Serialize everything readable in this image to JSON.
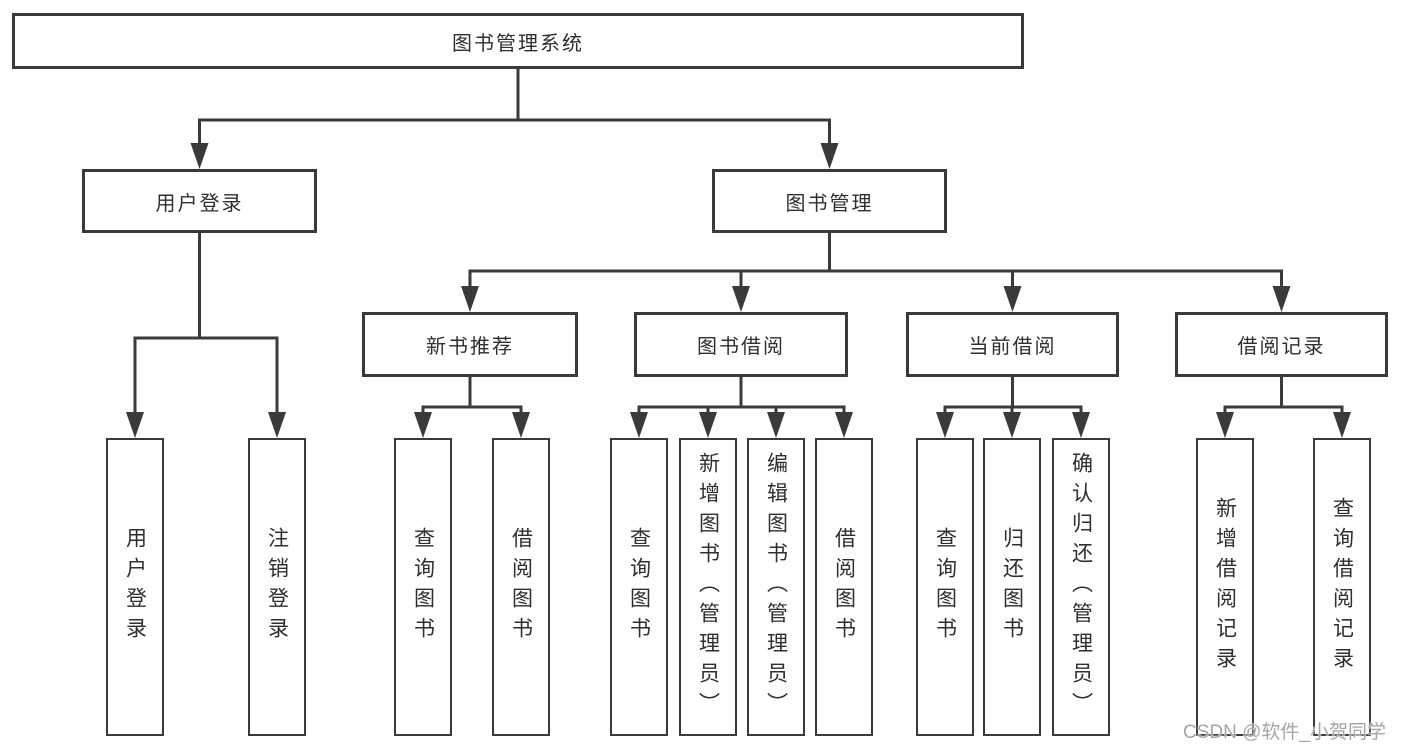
{
  "diagram": {
    "root": "图书管理系统",
    "children": [
      {
        "label": "用户登录",
        "children": [
          {
            "label": "用户登录"
          },
          {
            "label": "注销登录"
          }
        ]
      },
      {
        "label": "图书管理",
        "children": [
          {
            "label": "新书推荐",
            "children": [
              {
                "label": "查询图书"
              },
              {
                "label": "借阅图书"
              }
            ]
          },
          {
            "label": "图书借阅",
            "children": [
              {
                "label": "查询图书"
              },
              {
                "label": "新增图书（管理员）"
              },
              {
                "label": "编辑图书（管理员）"
              },
              {
                "label": "借阅图书"
              }
            ]
          },
          {
            "label": "当前借阅",
            "children": [
              {
                "label": "查询图书"
              },
              {
                "label": "归还图书"
              },
              {
                "label": "确认归还（管理员）"
              }
            ]
          },
          {
            "label": "借阅记录",
            "children": [
              {
                "label": "新增借阅记录"
              },
              {
                "label": "查询借阅记录"
              }
            ]
          }
        ]
      }
    ]
  },
  "watermark": "CSDN @软件_小贺同学",
  "colors": {
    "line": "#3a3a3a",
    "box_border": "#3a3a3a",
    "text": "#2f2f2f",
    "watermark": "#a6a6a6",
    "background": "#ffffff"
  }
}
